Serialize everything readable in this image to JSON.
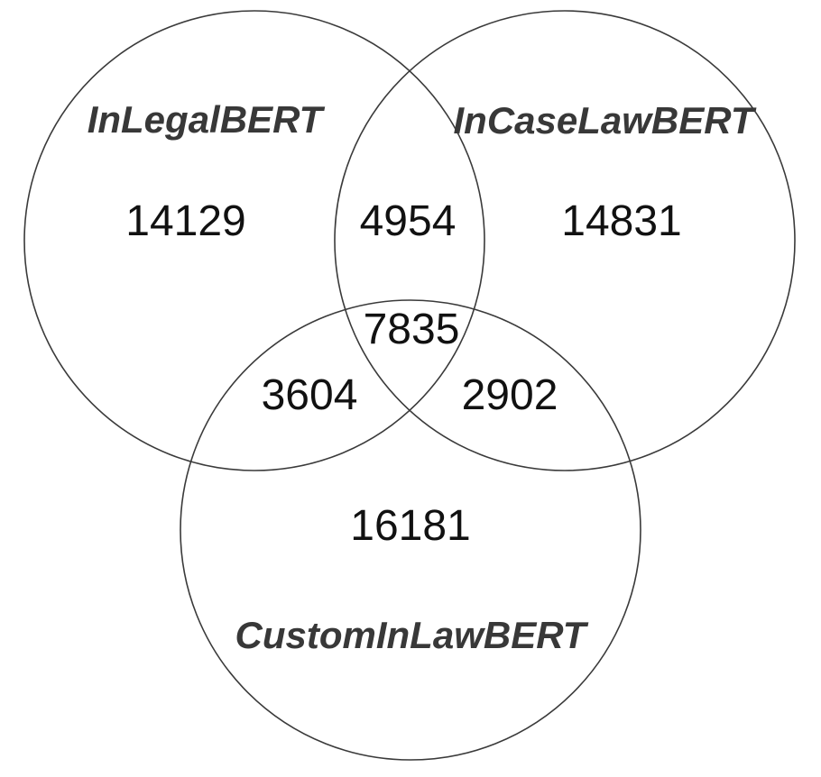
{
  "figure": {
    "type": "venn-diagram",
    "background_color": "#ffffff",
    "circle_stroke_color": "#3a3a3a",
    "label_color": "#383838",
    "count_color": "#111111",
    "sets": [
      {
        "label": "InLegalBERT",
        "exclusive_count": "14129"
      },
      {
        "label": "InCaseLawBERT",
        "exclusive_count": "14831"
      },
      {
        "label": "CustomInLawBERT",
        "exclusive_count": "16181"
      }
    ],
    "overlaps": [
      {
        "between": [
          "InLegalBERT",
          "InCaseLawBERT"
        ],
        "count": "4954"
      },
      {
        "between": [
          "InLegalBERT",
          "CustomInLawBERT"
        ],
        "count": "3604"
      },
      {
        "between": [
          "InCaseLawBERT",
          "CustomInLawBERT"
        ],
        "count": "2902"
      },
      {
        "between": [
          "InLegalBERT",
          "InCaseLawBERT",
          "CustomInLawBERT"
        ],
        "count": "7835"
      }
    ]
  }
}
